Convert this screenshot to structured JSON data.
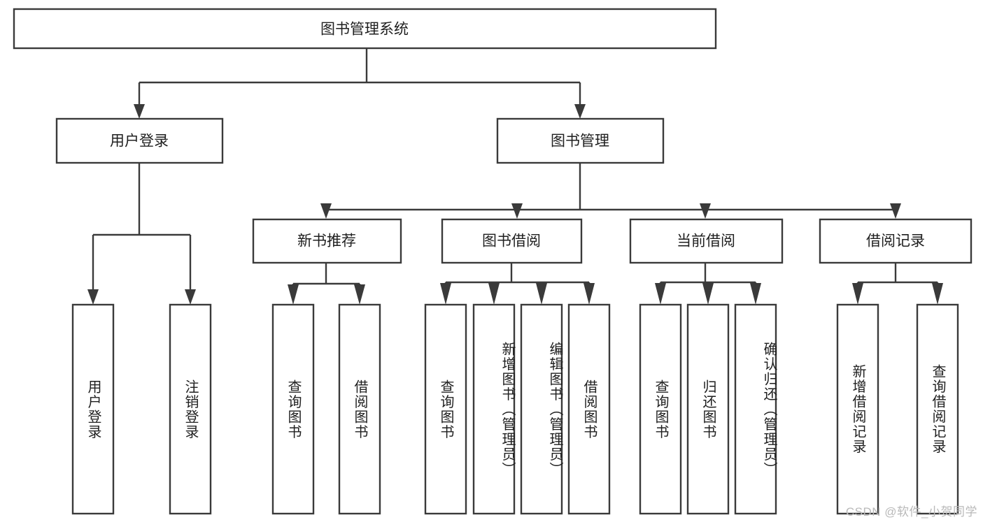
{
  "diagram": {
    "type": "tree-hierarchy",
    "title": "图书管理系统",
    "root": {
      "id": "root",
      "label": "图书管理系统",
      "orientation": "horizontal"
    },
    "level2": [
      {
        "id": "user-login",
        "label": "用户登录",
        "orientation": "horizontal"
      },
      {
        "id": "book-manage",
        "label": "图书管理",
        "orientation": "horizontal"
      }
    ],
    "level3": [
      {
        "id": "new-book-rec",
        "label": "新书推荐",
        "orientation": "horizontal",
        "parent": "book-manage"
      },
      {
        "id": "book-borrow",
        "label": "图书借阅",
        "orientation": "horizontal",
        "parent": "book-manage"
      },
      {
        "id": "current-borrow",
        "label": "当前借阅",
        "orientation": "horizontal",
        "parent": "book-manage"
      },
      {
        "id": "borrow-record",
        "label": "借阅记录",
        "orientation": "horizontal",
        "parent": "book-manage"
      }
    ],
    "leaves": [
      {
        "id": "leaf-user-login",
        "label": "用户登录",
        "parent": "user-login",
        "orientation": "vertical"
      },
      {
        "id": "leaf-logout",
        "label": "注销登录",
        "parent": "user-login",
        "orientation": "vertical"
      },
      {
        "id": "leaf-query-book-1",
        "label": "查询图书",
        "parent": "new-book-rec",
        "orientation": "vertical"
      },
      {
        "id": "leaf-borrow-book-1",
        "label": "借阅图书",
        "parent": "new-book-rec",
        "orientation": "vertical"
      },
      {
        "id": "leaf-query-book-2",
        "label": "查询图书",
        "parent": "book-borrow",
        "orientation": "vertical"
      },
      {
        "id": "leaf-add-book",
        "label": "新增图书（管理员）",
        "parent": "book-borrow",
        "orientation": "vertical"
      },
      {
        "id": "leaf-edit-book",
        "label": "编辑图书（管理员）",
        "parent": "book-borrow",
        "orientation": "vertical"
      },
      {
        "id": "leaf-borrow-book-2",
        "label": "借阅图书",
        "parent": "book-borrow",
        "orientation": "vertical"
      },
      {
        "id": "leaf-query-book-3",
        "label": "查询图书",
        "parent": "current-borrow",
        "orientation": "vertical"
      },
      {
        "id": "leaf-return-book",
        "label": "归还图书",
        "parent": "current-borrow",
        "orientation": "vertical"
      },
      {
        "id": "leaf-confirm-return",
        "label": "确认归还（管理员）",
        "parent": "current-borrow",
        "orientation": "vertical"
      },
      {
        "id": "leaf-add-record",
        "label": "新增借阅记录",
        "parent": "borrow-record",
        "orientation": "vertical"
      },
      {
        "id": "leaf-query-record",
        "label": "查询借阅记录",
        "parent": "borrow-record",
        "orientation": "vertical"
      }
    ],
    "colors": {
      "stroke": "#3a3a3a",
      "fill": "#ffffff",
      "text": "#1f1f1f",
      "watermark": "#b9b9b9"
    }
  },
  "watermark": {
    "text": "CSDN @软件_小贺同学"
  }
}
